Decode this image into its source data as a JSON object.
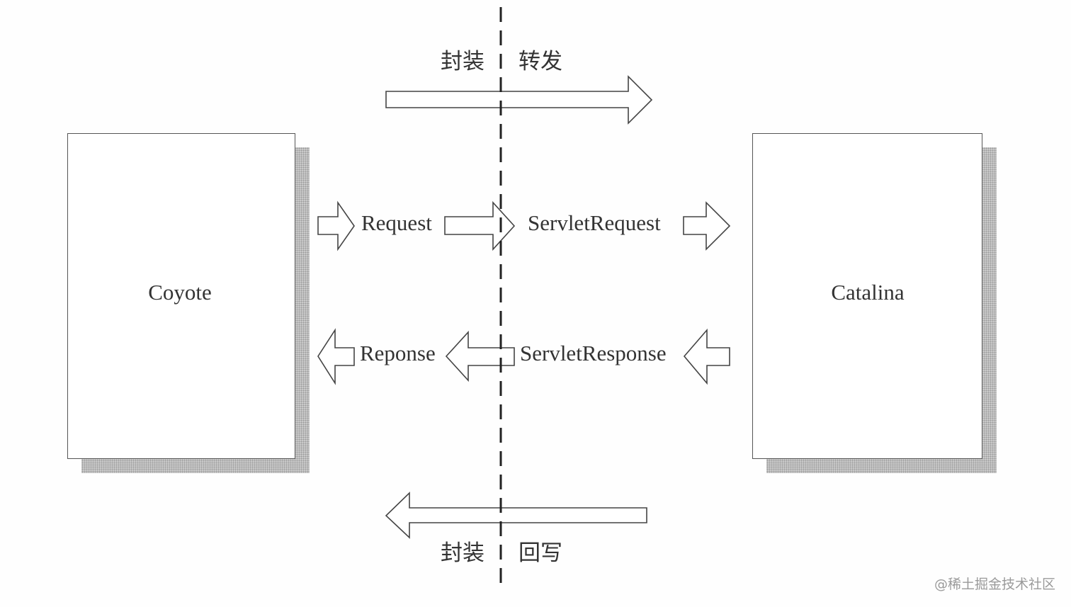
{
  "diagram": {
    "left_component": {
      "label": "Coyote"
    },
    "right_component": {
      "label": "Catalina"
    },
    "top_flow": {
      "left_label": "封装",
      "right_label": "转发"
    },
    "bottom_flow": {
      "left_label": "封装",
      "right_label": "回写"
    },
    "request_flow": {
      "adapter_input": "Request",
      "adapter_output": "ServletRequest"
    },
    "response_flow": {
      "adapter_input": "ServletResponse",
      "adapter_output": "Reponse"
    }
  },
  "watermark": "@稀土掘金技术社区",
  "colors": {
    "line": "#444444",
    "text": "#333333",
    "shadow": "#c9c9c9",
    "background": "#ffffff"
  }
}
